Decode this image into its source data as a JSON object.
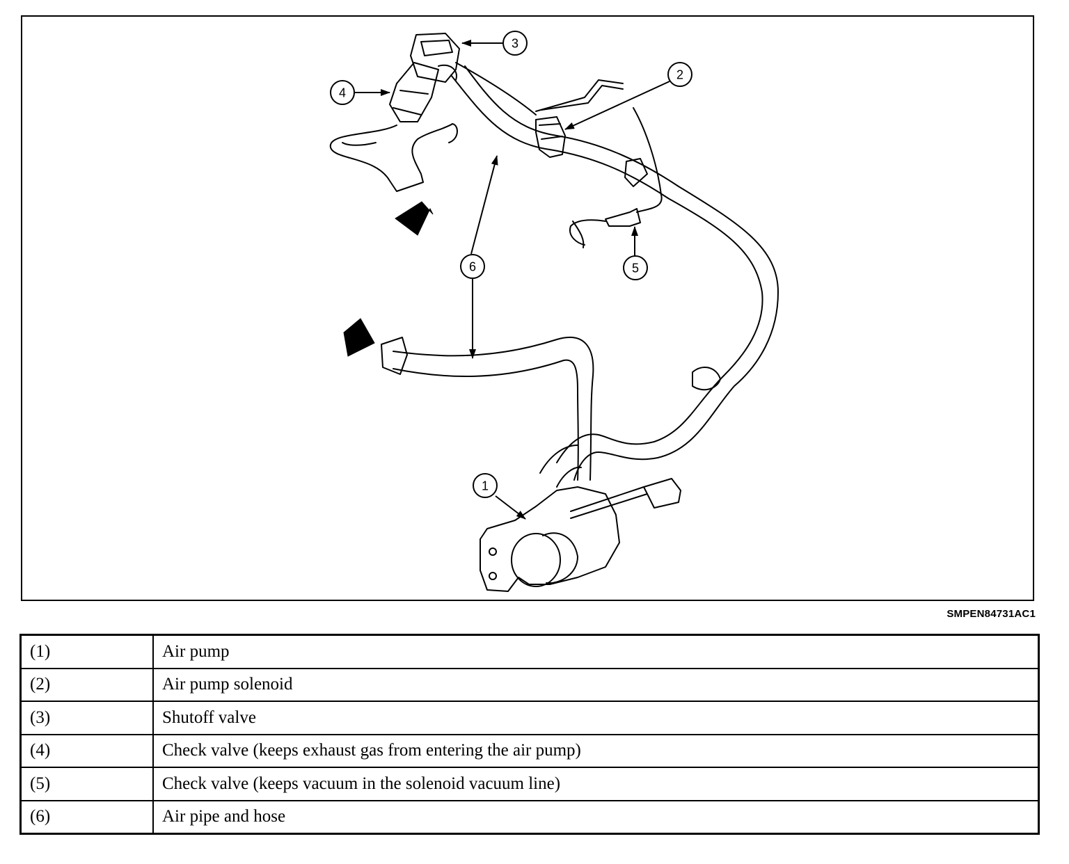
{
  "figure_code": "SMPEN84731AC1",
  "callouts": [
    {
      "id": "1",
      "label": "1"
    },
    {
      "id": "2",
      "label": "2"
    },
    {
      "id": "3",
      "label": "3"
    },
    {
      "id": "4",
      "label": "4"
    },
    {
      "id": "5",
      "label": "5"
    },
    {
      "id": "6",
      "label": "6"
    }
  ],
  "legend": [
    {
      "num": "(1)",
      "desc": "Air pump"
    },
    {
      "num": "(2)",
      "desc": "Air pump solenoid"
    },
    {
      "num": "(3)",
      "desc": "Shutoff valve"
    },
    {
      "num": "(4)",
      "desc": "Check valve (keeps exhaust gas from entering the air pump)"
    },
    {
      "num": "(5)",
      "desc": "Check valve (keeps vacuum in the solenoid vacuum line)"
    },
    {
      "num": "(6)",
      "desc": "Air pipe and hose"
    }
  ]
}
